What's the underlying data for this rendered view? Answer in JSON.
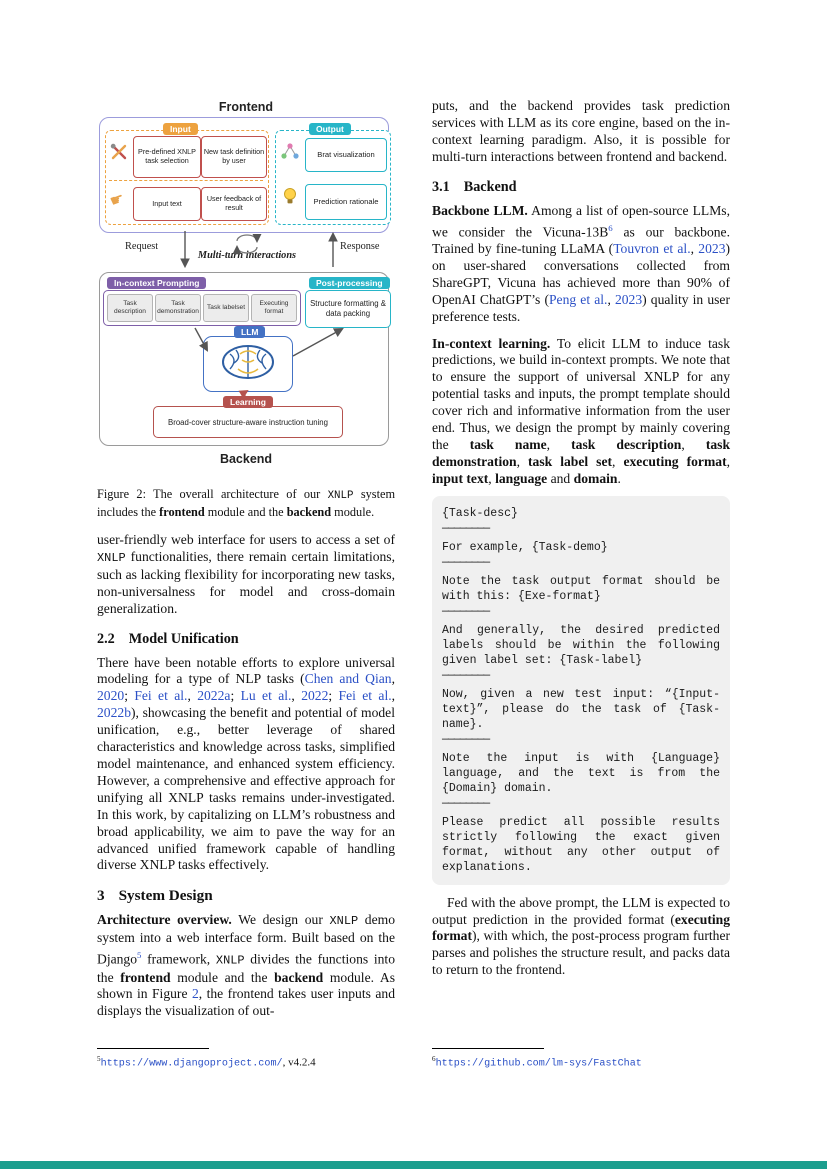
{
  "colors": {
    "link_blue": "#2b50c6",
    "footer_teal": "#1b9e8e",
    "code_bg": "#f0f0f0",
    "input_orange": "#eda23f",
    "io_red": "#c0504d",
    "output_cyan": "#27b5c8",
    "prompting_purple": "#7e5fa8",
    "llm_blue": "#4472c4",
    "learning_red": "#b5524e",
    "frontend_border": "#9c9cdc",
    "backend_border": "#9a9a9a"
  },
  "figure": {
    "frontend_label": "Frontend",
    "backend_label": "Backend",
    "input": {
      "label": "Input",
      "items": [
        "Pre-defined XNLP task selection",
        "New task definition by user",
        "Input text",
        "User feedback of result"
      ]
    },
    "output": {
      "label": "Output",
      "items": [
        "Brat visualization",
        "Prediction rationale"
      ]
    },
    "arrows": {
      "request": "Request",
      "multiturn": "Multi-turn interactions",
      "response": "Response"
    },
    "prompting": {
      "label": "In-context Prompting",
      "items": [
        "Task description",
        "Task demonstration",
        "Task labelset",
        "Executing format"
      ]
    },
    "postprocessing": {
      "label": "Post-processing",
      "text": "Structure formatting & data packing"
    },
    "llm_label": "LLM",
    "learning": {
      "label": "Learning",
      "text": "Broad-cover structure-aware instruction tuning"
    }
  },
  "caption": {
    "runs": [
      {
        "t": "Figure 2: The overall architecture of our "
      },
      {
        "t": "XNLP",
        "s": "m"
      },
      {
        "t": " system includes the "
      },
      {
        "t": "frontend",
        "s": "b"
      },
      {
        "t": " module and the "
      },
      {
        "t": "backend",
        "s": "b"
      },
      {
        "t": " module."
      }
    ]
  },
  "left": {
    "para1": [
      {
        "t": "user-friendly web interface for users to access a set of "
      },
      {
        "t": "XNLP",
        "s": "m"
      },
      {
        "t": " functionalities, there remain certain limitations, such as lacking flexibility for incorporating new tasks, non-universalness for model and cross-domain generalization."
      }
    ],
    "h22": {
      "num": "2.2",
      "title": "Model Unification"
    },
    "para2": [
      {
        "t": "There have been notable efforts to explore universal modeling for a type of NLP tasks ("
      },
      {
        "t": "Chen and Qian",
        "s": "c"
      },
      {
        "t": ", "
      },
      {
        "t": "2020",
        "s": "c"
      },
      {
        "t": "; "
      },
      {
        "t": "Fei et al.",
        "s": "c"
      },
      {
        "t": ", "
      },
      {
        "t": "2022a",
        "s": "c"
      },
      {
        "t": "; "
      },
      {
        "t": "Lu et al.",
        "s": "c"
      },
      {
        "t": ", "
      },
      {
        "t": "2022",
        "s": "c"
      },
      {
        "t": "; "
      },
      {
        "t": "Fei et al.",
        "s": "c"
      },
      {
        "t": ", "
      },
      {
        "t": "2022b",
        "s": "c"
      },
      {
        "t": "), showcasing the benefit and potential of model unification, e.g., better leverage of shared characteristics and knowledge across tasks, simplified model maintenance, and enhanced system efficiency.  However, a comprehensive and effective approach for unifying all XNLP tasks remains under-investigated. In this work, by capitalizing on LLM’s robustness and broad applicability, we aim to pave the way for an advanced unified framework capable of handling diverse XNLP tasks effectively."
      }
    ],
    "h3": {
      "num": "3",
      "title": "System Design"
    },
    "para3": [
      {
        "t": "Architecture overview.",
        "s": "b"
      },
      {
        "t": "  We design our "
      },
      {
        "t": "XNLP",
        "s": "m"
      },
      {
        "t": " demo system into a web interface form. Built based on the Django"
      },
      {
        "t": "5",
        "s": "s"
      },
      {
        "t": " framework, "
      },
      {
        "t": "XNLP",
        "s": "m"
      },
      {
        "t": " divides the functions into the "
      },
      {
        "t": "frontend",
        "s": "b"
      },
      {
        "t": " module and the "
      },
      {
        "t": "backend",
        "s": "b"
      },
      {
        "t": " module. As shown in Figure "
      },
      {
        "t": "2",
        "s": "c"
      },
      {
        "t": ", the frontend takes user inputs and displays the visualization of out-"
      }
    ],
    "footnote": [
      {
        "t": "5",
        "s": "sb"
      },
      {
        "t": "https://www.djangoproject.com/",
        "s": "mc"
      },
      {
        "t": ", v4.2.4"
      }
    ]
  },
  "right": {
    "para1": [
      {
        "t": "puts, and the backend provides task prediction services with LLM as its core engine, based on the in-context learning paradigm.  Also, it is possible for multi-turn interactions between frontend and backend."
      }
    ],
    "h31": {
      "num": "3.1",
      "title": "Backend"
    },
    "para2": [
      {
        "t": "Backbone LLM.",
        "s": "b"
      },
      {
        "t": "  Among a list of open-source LLMs, we consider the Vicuna-13B"
      },
      {
        "t": "6",
        "s": "s"
      },
      {
        "t": " as our backbone.  Trained by fine-tuning LLaMA ("
      },
      {
        "t": "Touvron et al.",
        "s": "c"
      },
      {
        "t": ", "
      },
      {
        "t": "2023",
        "s": "c"
      },
      {
        "t": ") on user-shared conversations collected from ShareGPT, Vicuna has achieved more than 90% of OpenAI ChatGPT’s ("
      },
      {
        "t": "Peng et al.",
        "s": "c"
      },
      {
        "t": ", "
      },
      {
        "t": "2023",
        "s": "c"
      },
      {
        "t": ") quality in user preference tests."
      }
    ],
    "para3": [
      {
        "t": "In-context learning.",
        "s": "b"
      },
      {
        "t": "  To elicit LLM to induce task predictions, we build in-context prompts. We note that to ensure the support of universal XNLP for any potential tasks and inputs, the prompt template should cover rich and informative information from the user end. Thus, we design the prompt by mainly covering the "
      },
      {
        "t": "task name",
        "s": "b"
      },
      {
        "t": ", "
      },
      {
        "t": "task description",
        "s": "b"
      },
      {
        "t": ", "
      },
      {
        "t": "task demonstration",
        "s": "b"
      },
      {
        "t": ", "
      },
      {
        "t": "task label set",
        "s": "b"
      },
      {
        "t": ", "
      },
      {
        "t": "executing format",
        "s": "b"
      },
      {
        "t": ", "
      },
      {
        "t": "input text",
        "s": "b"
      },
      {
        "t": ", "
      },
      {
        "t": "language",
        "s": "b"
      },
      {
        "t": " and "
      },
      {
        "t": "domain",
        "s": "b"
      },
      {
        "t": "."
      }
    ],
    "prompt": {
      "lines": [
        "{Task-desc}",
        "————————",
        "For example, {Task-demo}",
        "————————",
        "Note the task output format should be with this: {Exe-format}",
        "————————",
        "And generally, the desired predicted labels should be within the following given label set: {Task-label}",
        "————————",
        "Now, given a new test input: “{Input-text}”, please do the task of {Task-name}.",
        "————————",
        "Note the input is with {Language} language, and the text is from the {Domain} domain.",
        "————————",
        "Please predict all possible results strictly following the exact given format, without any other output of explanations."
      ]
    },
    "para4": [
      {
        "t": "Fed with the above prompt, the LLM is expected to output prediction in the provided format ("
      },
      {
        "t": "executing format",
        "s": "b"
      },
      {
        "t": "), with which, the post-process program further parses and polishes the structure result, and packs data to return to the frontend."
      }
    ],
    "footnote": [
      {
        "t": "6",
        "s": "sb"
      },
      {
        "t": "https://github.com/lm-sys/FastChat",
        "s": "mc"
      }
    ]
  }
}
